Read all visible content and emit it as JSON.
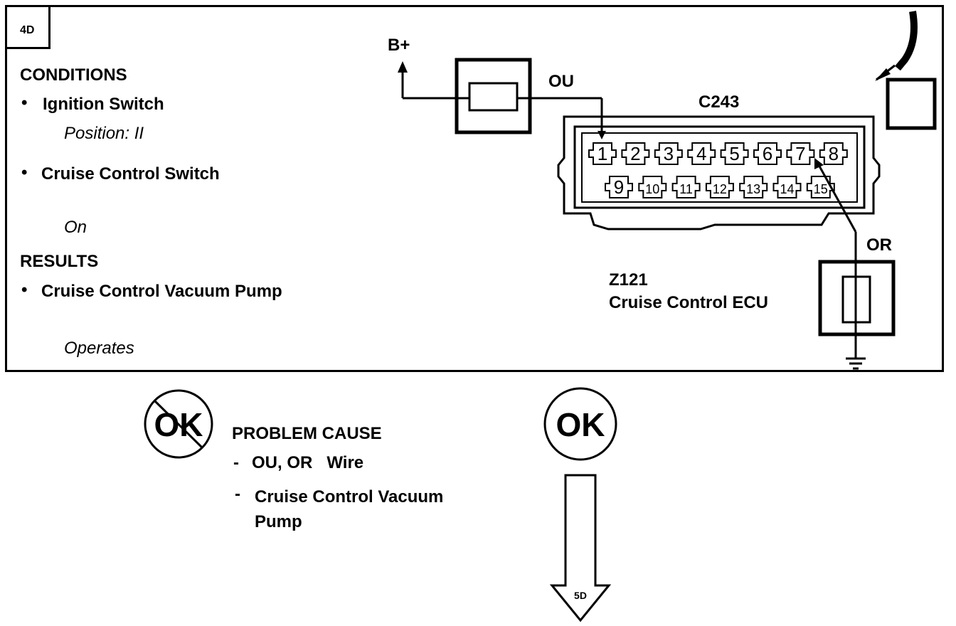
{
  "step": {
    "id": "4D",
    "next": "5D"
  },
  "conditions": {
    "heading": "CONDITIONS",
    "items": [
      {
        "label": "Ignition Switch",
        "state": "Position: II"
      },
      {
        "label": "Cruise Control Switch",
        "state": "On"
      }
    ]
  },
  "results": {
    "heading": "RESULTS",
    "items": [
      {
        "label": "Cruise Control Vacuum Pump",
        "state": "Operates"
      }
    ]
  },
  "diagram": {
    "supply_label": "B+",
    "wire_top": "OU",
    "wire_right": "OR",
    "connector": "C243",
    "component_id": "Z121",
    "component_name": "Cruise Control ECU",
    "pins_top": [
      "1",
      "2",
      "3",
      "4",
      "5",
      "6",
      "7",
      "8"
    ],
    "pins_bottom": [
      "9",
      "10",
      "11",
      "12",
      "13",
      "14",
      "15"
    ]
  },
  "outcomes": {
    "not_ok_symbol": "OK",
    "ok_symbol": "OK",
    "problem_heading": "PROBLEM CAUSE",
    "causes": [
      "OU, OR   Wire",
      "Cruise Control Vacuum Pump"
    ]
  }
}
